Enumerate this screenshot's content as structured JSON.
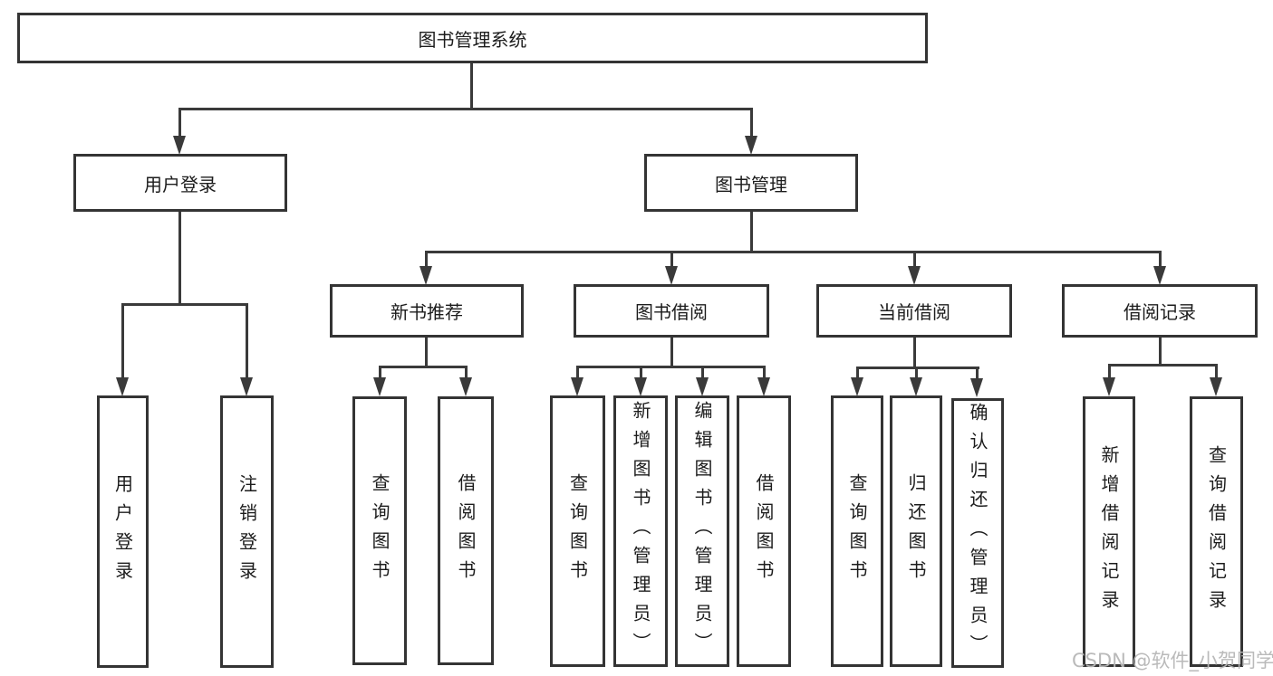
{
  "tree": {
    "label": "图书管理系统",
    "children": [
      {
        "label": "用户登录",
        "children": [
          {
            "label": "用户登录"
          },
          {
            "label": "注销登录"
          }
        ]
      },
      {
        "label": "图书管理",
        "children": [
          {
            "label": "新书推荐",
            "children": [
              {
                "label": "查询图书"
              },
              {
                "label": "借阅图书"
              }
            ]
          },
          {
            "label": "图书借阅",
            "children": [
              {
                "label": "查询图书"
              },
              {
                "label": "新增图书（管理员）"
              },
              {
                "label": "编辑图书（管理员）"
              },
              {
                "label": "借阅图书"
              }
            ]
          },
          {
            "label": "当前借阅",
            "children": [
              {
                "label": "查询图书"
              },
              {
                "label": "归还图书"
              },
              {
                "label": "确认归还（管理员）"
              }
            ]
          },
          {
            "label": "借阅记录",
            "children": [
              {
                "label": "新增借阅记录"
              },
              {
                "label": "查询借阅记录"
              }
            ]
          }
        ]
      }
    ]
  },
  "watermark": {
    "text": "CSDN @软件_小贺同学"
  },
  "colors": {
    "line": "#3a3a3a",
    "box_border": "#343434",
    "text": "#1c1c1c",
    "watermark": "#b6b6b6",
    "background": "#ffffff"
  }
}
